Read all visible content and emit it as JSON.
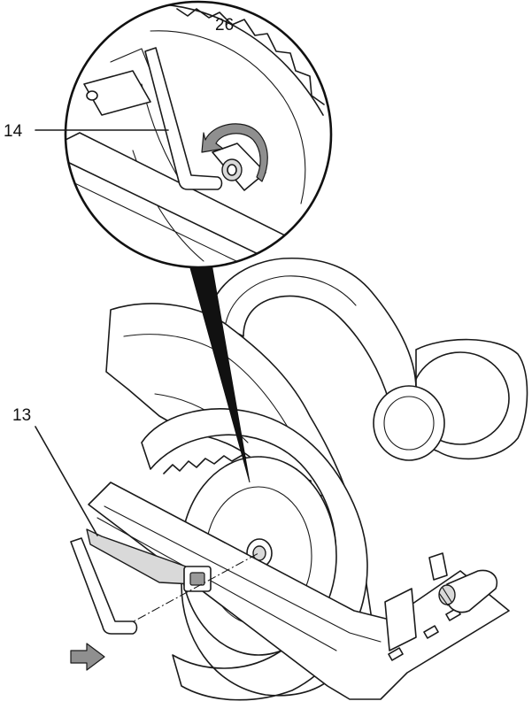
{
  "figure": {
    "callouts": [
      {
        "id": "c14",
        "label": "14"
      },
      {
        "id": "c13",
        "label": "13"
      },
      {
        "id": "c26",
        "label": "26"
      }
    ]
  }
}
